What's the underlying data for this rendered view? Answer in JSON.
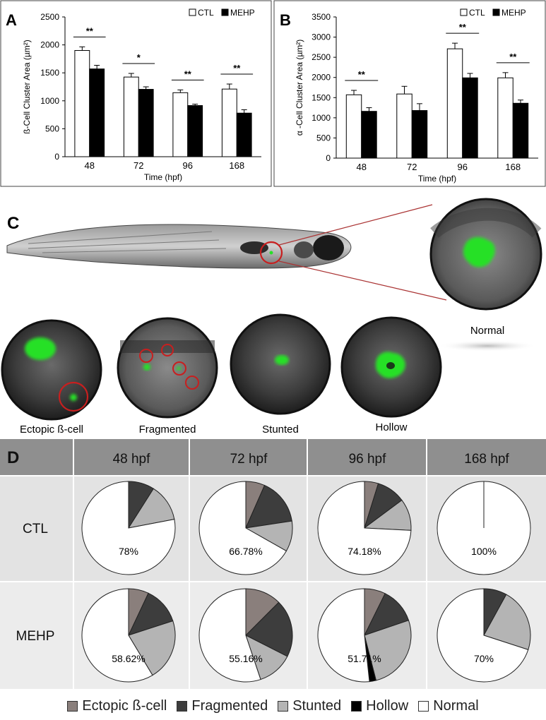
{
  "colors": {
    "ctl_bar": "#ffffff",
    "mehp_bar": "#000000",
    "ectopic": "#8a7f7c",
    "fragmented": "#3d3d3d",
    "stunted": "#b4b4b4",
    "hollow": "#000000",
    "normal": "#ffffff",
    "header_bg": "#8f8f8f",
    "row_bg": "#e3e3e3",
    "fluor": "#28e028",
    "circle": "#c81f1f"
  },
  "panels": {
    "a": "A",
    "b": "B",
    "c": "C",
    "d": "D"
  },
  "chart_data": [
    {
      "type": "bar",
      "panel": "A",
      "categories": [
        "48",
        "72",
        "96",
        "168"
      ],
      "series": [
        {
          "name": "CTL",
          "values": [
            1900,
            1425,
            1145,
            1210
          ],
          "errors": [
            65,
            65,
            50,
            90
          ]
        },
        {
          "name": "MEHP",
          "values": [
            1570,
            1205,
            915,
            780
          ],
          "errors": [
            65,
            45,
            25,
            60
          ]
        }
      ],
      "significance": [
        "**",
        "*",
        "**",
        "**"
      ],
      "ylabel": "ß-Cell Cluster Area (µm²)",
      "xlabel": "Time (hpf)",
      "ylim": [
        0,
        2500
      ],
      "yticks": [
        "0",
        "500",
        "1000",
        "1500",
        "2000",
        "2500"
      ],
      "legend": "top-right"
    },
    {
      "type": "bar",
      "panel": "B",
      "categories": [
        "48",
        "72",
        "96",
        "168"
      ],
      "series": [
        {
          "name": "CTL",
          "values": [
            1570,
            1590,
            2710,
            1990
          ],
          "errors": [
            110,
            190,
            140,
            130
          ]
        },
        {
          "name": "MEHP",
          "values": [
            1160,
            1180,
            1990,
            1360
          ],
          "errors": [
            90,
            170,
            110,
            80
          ]
        }
      ],
      "significance": [
        "**",
        "",
        "**",
        "**"
      ],
      "ylabel": "α -Cell Cluster Area (µm²)",
      "xlabel": "Time (hpf)",
      "ylim": [
        0,
        3500
      ],
      "yticks": [
        "0",
        "500",
        "1000",
        "1500",
        "2000",
        "2500",
        "3000",
        "3500"
      ],
      "legend": "top-right"
    },
    {
      "type": "pie",
      "panel": "D",
      "columns": [
        "48 hpf",
        "72 hpf",
        "96 hpf",
        "168 hpf"
      ],
      "rows": [
        "CTL",
        "MEHP"
      ],
      "categories": [
        "Ectopic ß-cell",
        "Fragmented",
        "Stunted",
        "Hollow",
        "Normal"
      ],
      "values": [
        [
          [
            0,
            9,
            13,
            0,
            78
          ],
          [
            6.6,
            16,
            10.6,
            0,
            66.78
          ],
          [
            4.8,
            10,
            11,
            0,
            74.18
          ],
          [
            0,
            0,
            0,
            0,
            100
          ]
        ],
        [
          [
            7,
            13,
            21.4,
            0,
            58.62
          ],
          [
            12.5,
            20,
            12.34,
            0,
            55.16
          ],
          [
            7.3,
            12.5,
            26.2,
            2.3,
            51.71
          ],
          [
            0,
            8,
            22,
            0,
            70
          ]
        ]
      ],
      "labels": [
        [
          "78%",
          "66.78%",
          "74.18%",
          "100%"
        ],
        [
          "58.62%",
          "55.16%",
          "51.71%",
          "70%"
        ]
      ]
    }
  ],
  "panel_c": {
    "morphologies": [
      "Ectopic ß-cell",
      "Fragmented",
      "Stunted",
      "Hollow"
    ],
    "normal_label": "Normal"
  },
  "legend_items": [
    "Ectopic ß-cell",
    "Fragmented",
    "Stunted",
    "Hollow",
    "Normal"
  ]
}
